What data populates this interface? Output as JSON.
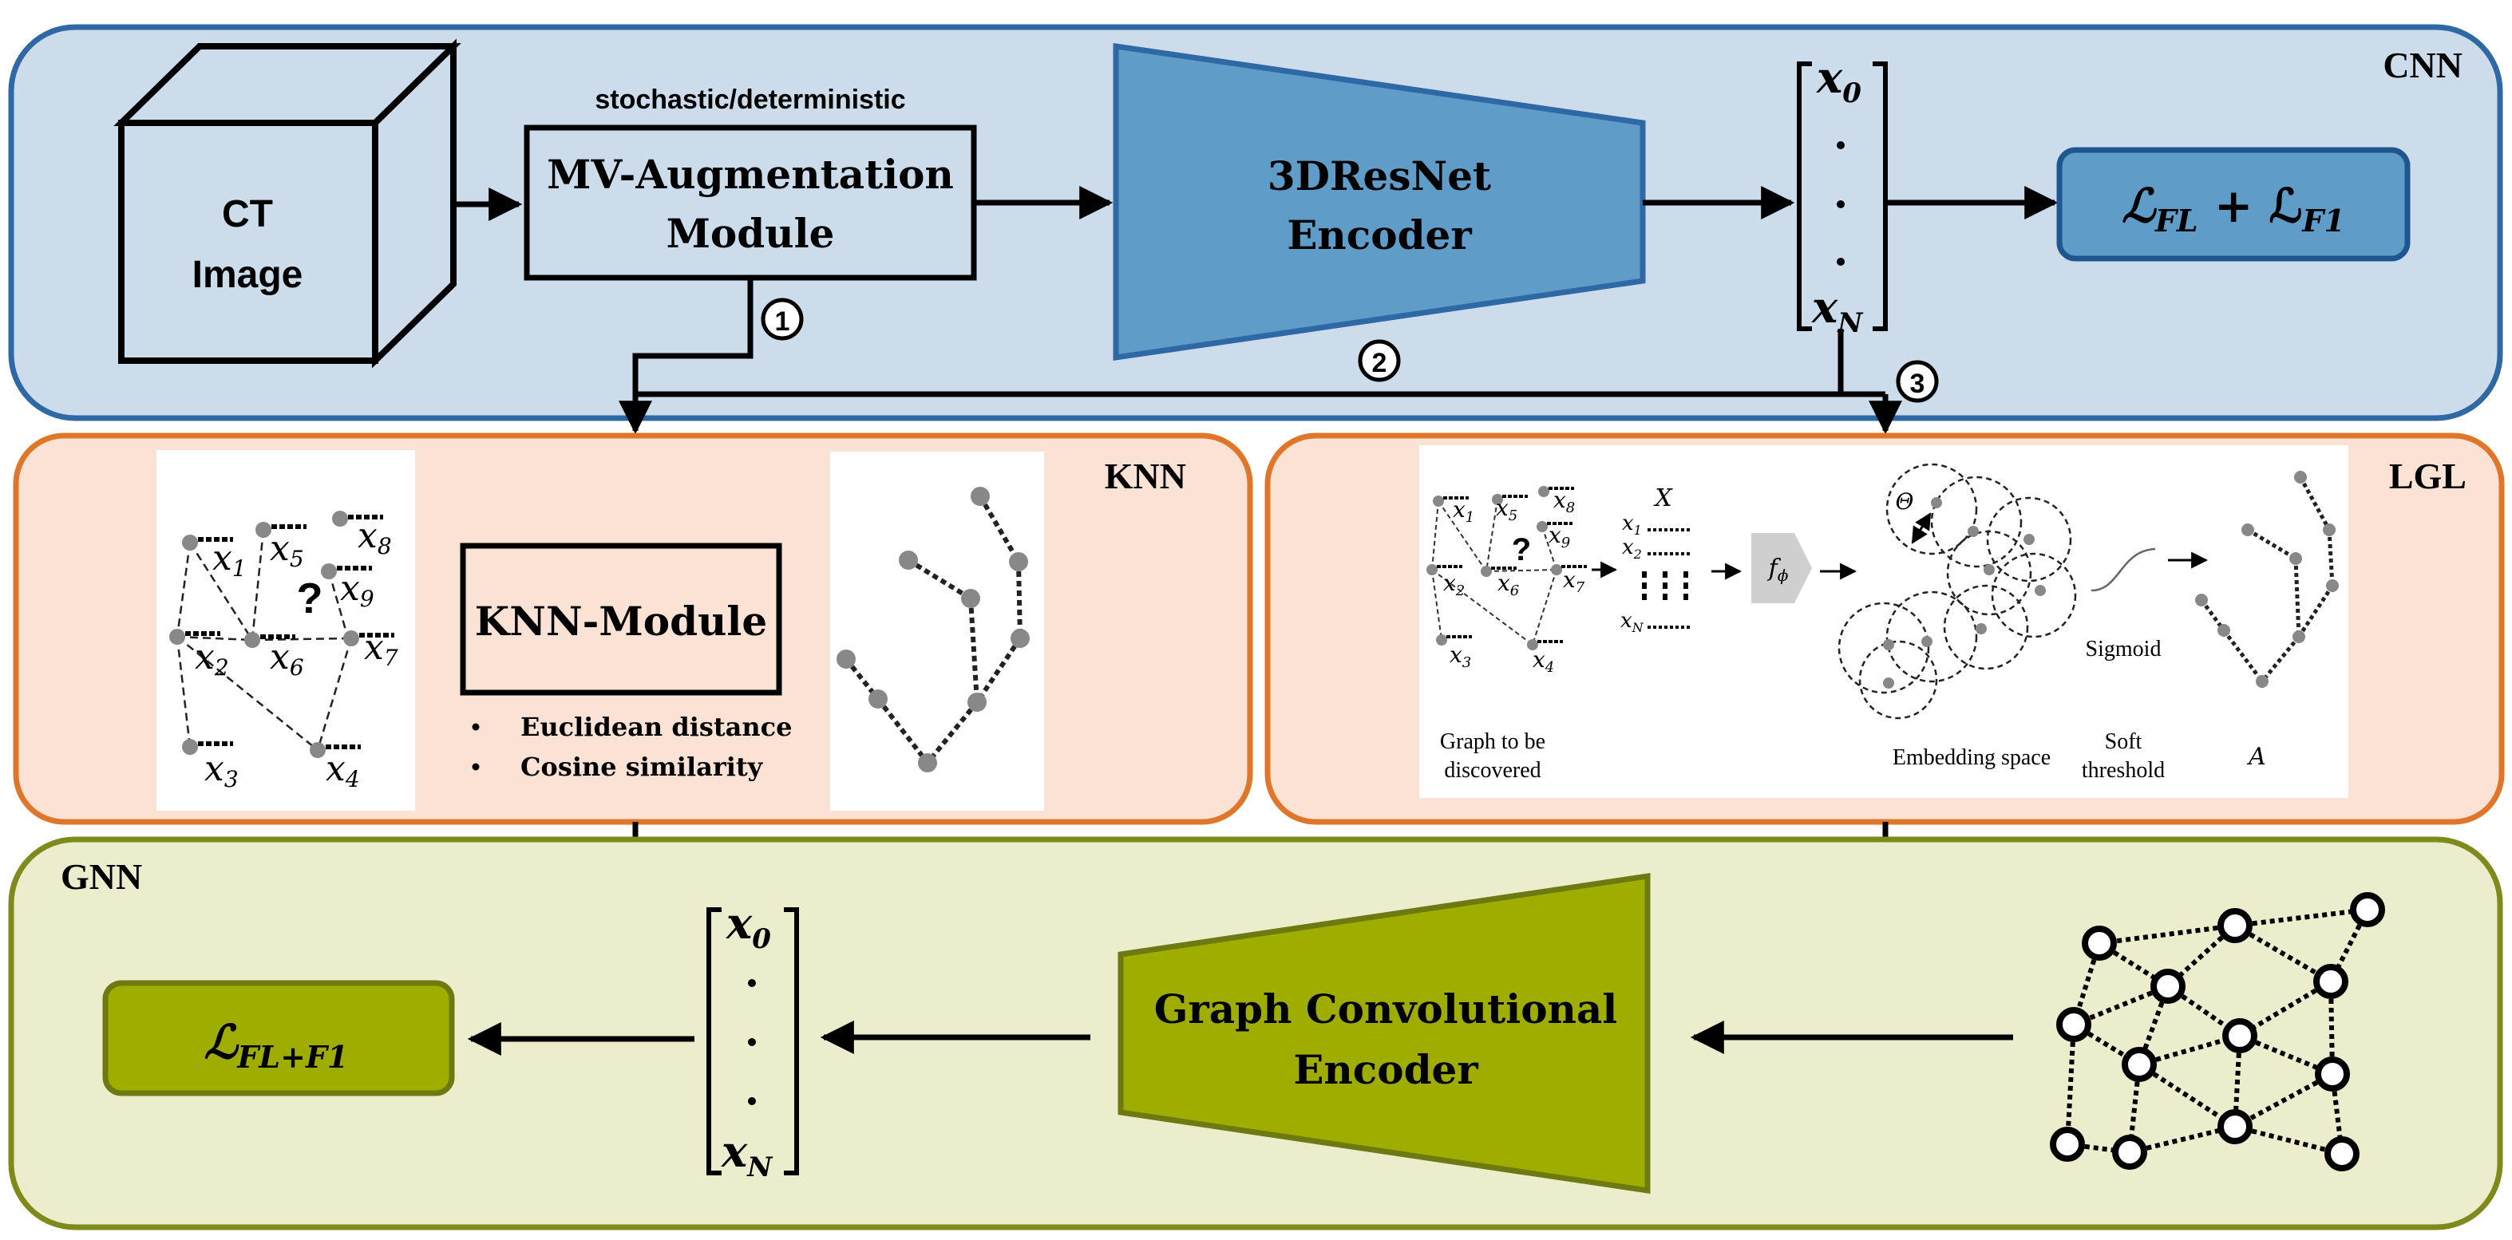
{
  "cnn": {
    "label": "CNN",
    "ct_line1": "CT",
    "ct_line2": "Image",
    "aug_caption": "stochastic/deterministic",
    "aug_line1": "MV-Augmentation",
    "aug_line2": "Module",
    "enc_line1": "3DResNet",
    "enc_line2": "Encoder",
    "vec_top": "x",
    "vec_top_sub": "0",
    "vec_bot": "x",
    "vec_bot_sub": "N",
    "loss_main": "ℒ",
    "loss_sub1": "FL",
    "loss_plus": " + ℒ",
    "loss_sub2": "F1",
    "step1": "1",
    "step2": "2",
    "step3": "3"
  },
  "knn": {
    "label": "KNN",
    "module": "KNN-Module",
    "bullets": [
      "Euclidean distance",
      "Cosine similarity"
    ],
    "nodes": [
      {
        "sym": "x",
        "sub": "1"
      },
      {
        "sym": "x",
        "sub": "5"
      },
      {
        "sym": "x",
        "sub": "8"
      },
      {
        "sym": "x",
        "sub": "9"
      },
      {
        "sym": "x",
        "sub": "2"
      },
      {
        "sym": "x",
        "sub": "6"
      },
      {
        "sym": "x",
        "sub": "7"
      },
      {
        "sym": "x",
        "sub": "3"
      },
      {
        "sym": "x",
        "sub": "4"
      }
    ],
    "question": "?"
  },
  "lgl": {
    "label": "LGL",
    "matrix_title": "X",
    "f_phi": "f",
    "f_phi_sub": "ϕ",
    "theta": "Θ",
    "sigmoid": "Sigmoid",
    "cap_graph_1": "Graph to be",
    "cap_graph_2": "discovered",
    "cap_embed": "Embedding space",
    "cap_soft_1": "Soft",
    "cap_soft_2": "threshold",
    "cap_a": "A",
    "question": "?",
    "nodes": [
      {
        "sym": "x",
        "sub": "1"
      },
      {
        "sym": "x",
        "sub": "5"
      },
      {
        "sym": "x",
        "sub": "8"
      },
      {
        "sym": "x",
        "sub": "9"
      },
      {
        "sym": "x",
        "sub": "2"
      },
      {
        "sym": "x",
        "sub": "6"
      },
      {
        "sym": "x",
        "sub": "7"
      },
      {
        "sym": "x",
        "sub": "3"
      },
      {
        "sym": "x",
        "sub": "4"
      }
    ],
    "matrix_rows": [
      {
        "sym": "x",
        "sub": "1"
      },
      {
        "sym": "x",
        "sub": "2"
      },
      {
        "sym": "x",
        "sub": "N"
      }
    ]
  },
  "gnn": {
    "label": "GNN",
    "enc_line1": "Graph Convolutional",
    "enc_line2": "Encoder",
    "vec_top": "x",
    "vec_top_sub": "0",
    "vec_bot": "x",
    "vec_bot_sub": "N",
    "loss_main": "ℒ",
    "loss_sub": "FL+F1"
  },
  "colors": {
    "cnn_bg": "#cddcea",
    "cnn_border": "#2e68a5",
    "knn_bg": "#fae3d4",
    "knn_border": "#e0762a",
    "gnn_bg": "#ebedcc",
    "gnn_border": "#7e8a1c",
    "encoder_blue": "#5f9cc8",
    "encoder_olive": "#9fad00"
  }
}
